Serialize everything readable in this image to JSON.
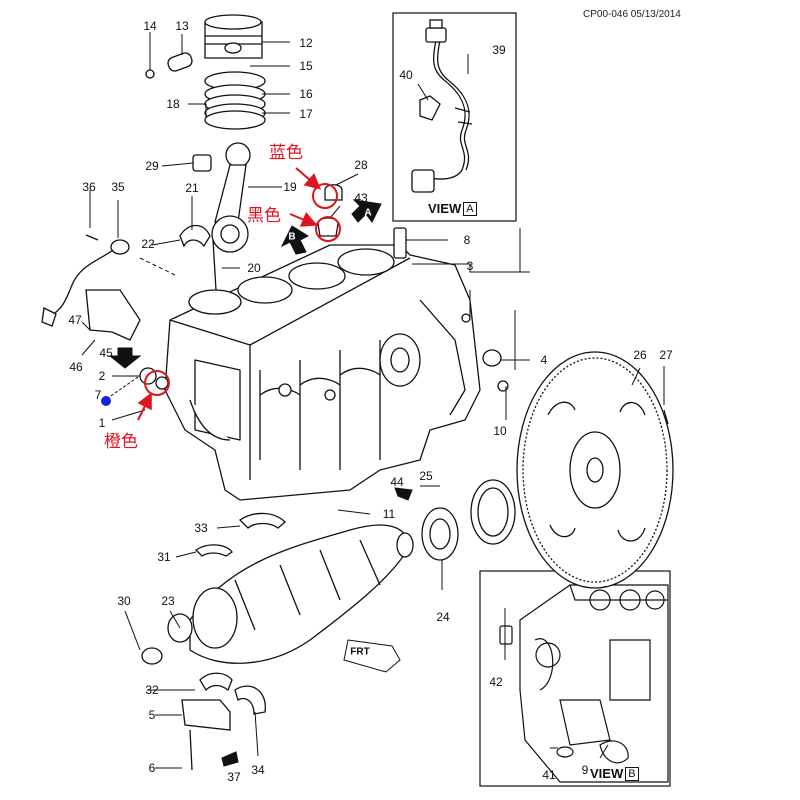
{
  "header": {
    "code": "CP00-046 05/13/2014"
  },
  "notes": {
    "blue": "蓝色",
    "black": "黑色",
    "orange": "橙色"
  },
  "views": {
    "a": {
      "word": "VIEW",
      "letter": "A"
    },
    "b": {
      "word": "VIEW",
      "letter": "B"
    }
  },
  "arrow_tags": {
    "a_marker": "A",
    "b_marker": "B",
    "front": "FRT"
  },
  "callouts": {
    "c1": "1",
    "c2": "2",
    "c3": "3",
    "c4": "4",
    "c5": "5",
    "c6": "6",
    "c7": "7",
    "c8": "8",
    "c9": "9",
    "c10": "10",
    "c11": "11",
    "c12": "12",
    "c13": "13",
    "c14": "14",
    "c15": "15",
    "c16": "16",
    "c17": "17",
    "c18": "18",
    "c19": "19",
    "c20": "20",
    "c21": "21",
    "c22": "22",
    "c23": "23",
    "c24": "24",
    "c25": "25",
    "c26": "26",
    "c27": "27",
    "c28": "28",
    "c29": "29",
    "c30": "30",
    "c31": "31",
    "c32": "32",
    "c33": "33",
    "c34": "34",
    "c35": "35",
    "c36": "36",
    "c37": "37",
    "c39": "39",
    "c40": "40",
    "c41": "41",
    "c42": "42",
    "c43": "43",
    "c44": "44",
    "c45": "45",
    "c46": "46",
    "c47": "47"
  },
  "colors": {
    "ink": "#111111",
    "annotation_red": "#e0141e",
    "marker_blue": "#1c23d6"
  }
}
